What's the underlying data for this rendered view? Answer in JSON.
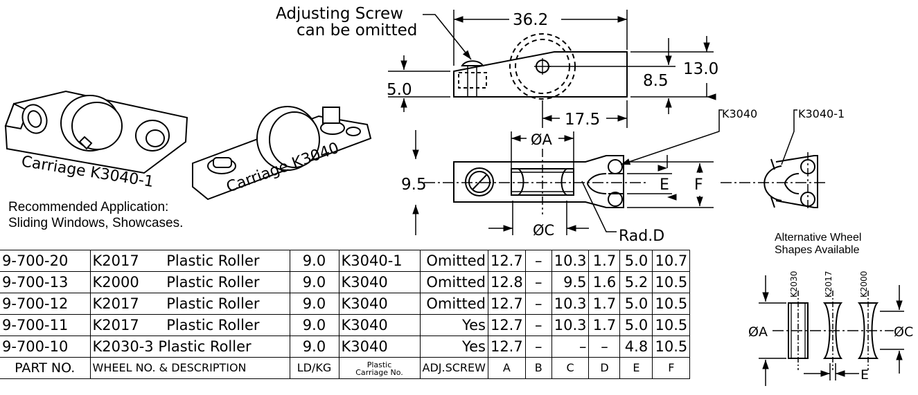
{
  "notes": {
    "adjusting_line1": "Adjusting Screw",
    "adjusting_line2": "can be omitted",
    "recommended_line1": "Recommended Application:",
    "recommended_line2": "Sliding Windows, Showcases.",
    "alt_wheel_line1": "Alternative Wheel",
    "alt_wheel_line2": "Shapes Available"
  },
  "carriage_labels": {
    "left": "Carriage K3040-1",
    "right": "Carriage K3040"
  },
  "dimensions": {
    "overall_length": "36.2",
    "height_total": "13.0",
    "height_axle": "8.5",
    "screw_height": "5.0",
    "wheel_offset": "17.5",
    "width": "9.5",
    "dia_a": "ØA",
    "dia_c": "ØC",
    "rad_d": "Rad.D",
    "e": "E",
    "f": "F"
  },
  "variants": {
    "k3040": "K3040",
    "k3040_1": "K3040-1"
  },
  "alt_wheels": {
    "w1": "K2030",
    "w2": "K2017",
    "w3": "K2000",
    "dia_a": "ØA",
    "dia_c": "ØC",
    "e": "E"
  },
  "table": {
    "rows": [
      {
        "part": "9-700-20",
        "wheel": "K2017",
        "desc": "Plastic Roller",
        "ld": "9.0",
        "carriage": "K3040-1",
        "screw": "Omitted",
        "a": "12.7",
        "b": "–",
        "c": "10.3",
        "d": "1.7",
        "e": "5.0",
        "f": "10.7"
      },
      {
        "part": "9-700-13",
        "wheel": "K2000",
        "desc": "Plastic Roller",
        "ld": "9.0",
        "carriage": "K3040",
        "screw": "Omitted",
        "a": "12.8",
        "b": "–",
        "c": "9.5",
        "d": "1.6",
        "e": "5.2",
        "f": "10.5"
      },
      {
        "part": "9-700-12",
        "wheel": "K2017",
        "desc": "Plastic Roller",
        "ld": "9.0",
        "carriage": "K3040",
        "screw": "Omitted",
        "a": "12.7",
        "b": "–",
        "c": "10.3",
        "d": "1.7",
        "e": "5.0",
        "f": "10.5"
      },
      {
        "part": "9-700-11",
        "wheel": "K2017",
        "desc": "Plastic Roller",
        "ld": "9.0",
        "carriage": "K3040",
        "screw": "Yes",
        "a": "12.7",
        "b": "–",
        "c": "10.3",
        "d": "1.7",
        "e": "5.0",
        "f": "10.5"
      },
      {
        "part": "9-700-10",
        "wheel": "K2030-3",
        "desc": "Plastic Roller",
        "ld": "9.0",
        "carriage": "K3040",
        "screw": "Yes",
        "a": "12.7",
        "b": "–",
        "c": "–",
        "d": "–",
        "e": "4.8",
        "f": "10.5"
      }
    ],
    "header": {
      "part": "PART NO.",
      "wheel": "WHEEL NO. & DESCRIPTION",
      "ld": "LD/KG",
      "carriage_top": "Plastic",
      "carriage_bottom": "Carriage No.",
      "screw": "ADJ.SCREW",
      "a": "A",
      "b": "B",
      "c": "C",
      "d": "D",
      "e": "E",
      "f": "F"
    }
  }
}
